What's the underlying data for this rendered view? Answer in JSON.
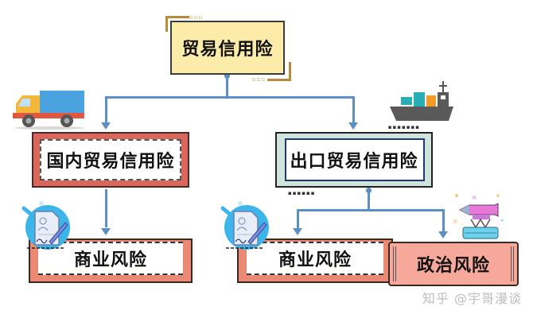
{
  "diagram": {
    "root": {
      "label": "贸易信用险"
    },
    "level1": [
      {
        "label": "国内贸易信用险",
        "icon": "truck-icon"
      },
      {
        "label": "出口贸易信用险",
        "icon": "cargo-ship-icon"
      }
    ],
    "level2": [
      {
        "label": "商业风险",
        "parent": "国内贸易信用险",
        "icon": "signed-document-icon"
      },
      {
        "label": "商业风险",
        "parent": "出口贸易信用险",
        "icon": "signed-document-icon"
      },
      {
        "label": "政治风险",
        "parent": "出口贸易信用险",
        "icon": "missile-launcher-icon"
      }
    ],
    "colors": {
      "connector": "#5b8fc6",
      "root_fill": "#fcecaa",
      "domestic_fill": "#d9675b",
      "export_fill": "#cfe4dc",
      "commercial_fill": "#ea8a74",
      "political_fill": "#f6a89a"
    }
  },
  "watermark": "知乎 @宇哥漫谈"
}
